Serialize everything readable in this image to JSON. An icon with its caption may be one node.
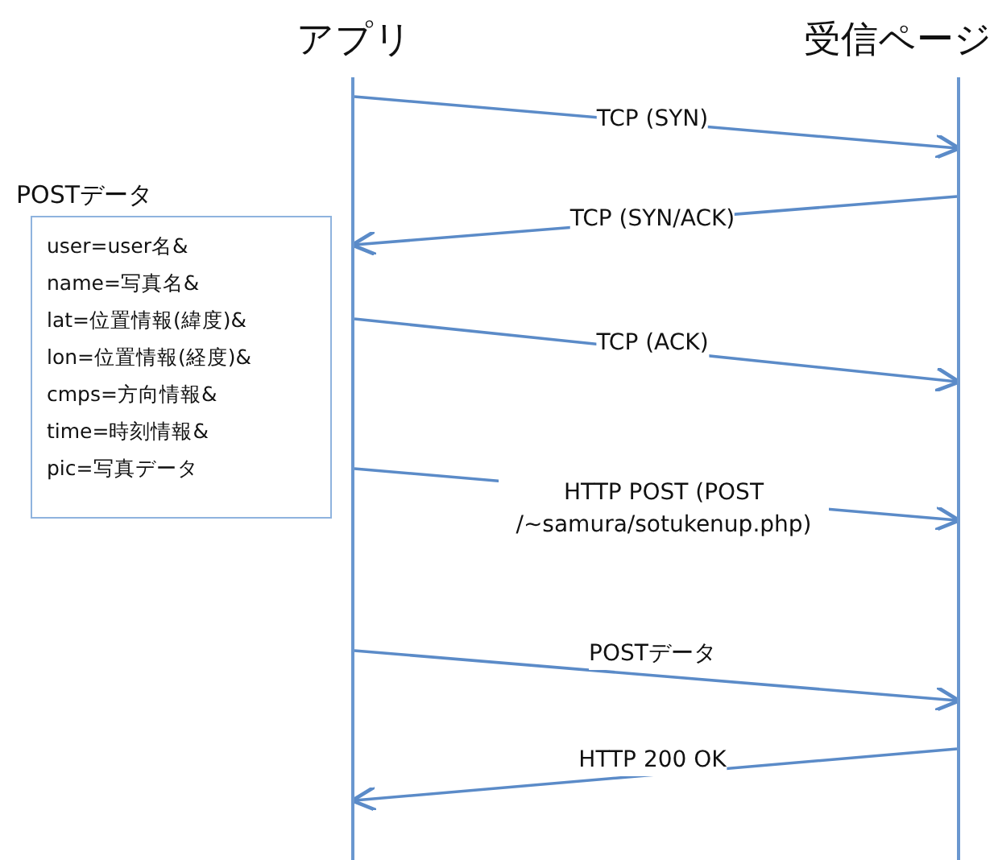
{
  "diagram": {
    "nodes": [
      {
        "text": [
          "アプリ"
        ]
      },
      {
        "text": [
          "受信ページ"
        ]
      },
      {
        "text": [
          "POSTデータ",
          "user=user名&",
          "name=写真名&",
          "lat=位置情報(緯度)&",
          "lon=位置情報(経度)&",
          "cmps=方向情報&",
          "time=時刻情報&",
          "pic=写真データ"
        ]
      }
    ],
    "edges": [
      {
        "from": 0,
        "to": 1,
        "arrow": "to",
        "label": "TCP (SYN)"
      },
      {
        "from": 1,
        "to": 0,
        "arrow": "to",
        "label": "TCP (SYN/ACK)"
      },
      {
        "from": 0,
        "to": 1,
        "arrow": "to",
        "label": "TCP (ACK)"
      },
      {
        "from": 0,
        "to": 1,
        "arrow": "to",
        "label": "HTTP POST (POST  /~samura/sotukenup.php)"
      },
      {
        "from": 0,
        "to": 1,
        "arrow": "to",
        "label": "POSTデータ"
      },
      {
        "from": 1,
        "to": 0,
        "arrow": "to",
        "label": "HTTP 200 OK"
      }
    ]
  }
}
